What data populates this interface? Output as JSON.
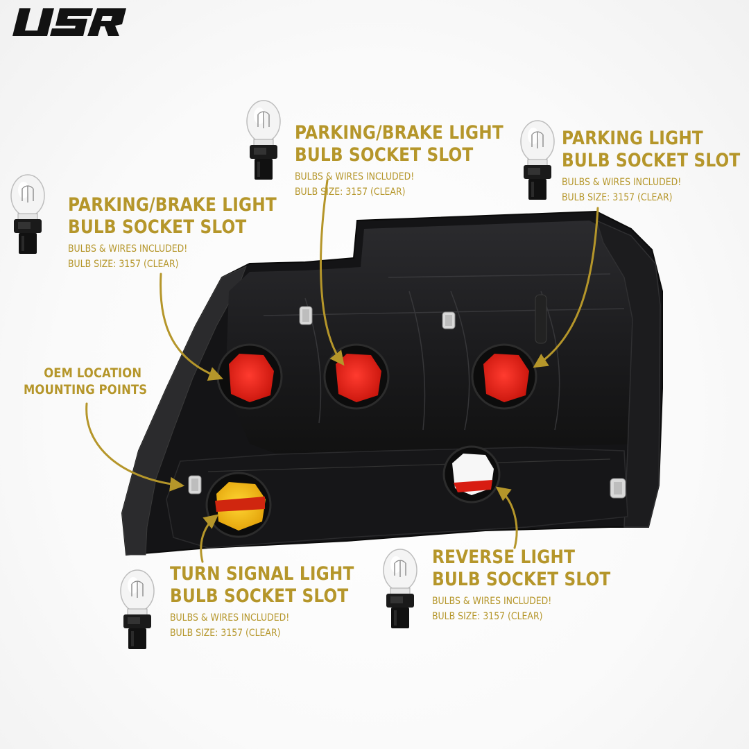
{
  "brand": {
    "logo_text": "USR",
    "accent_color": "#b5962a"
  },
  "callouts": {
    "top_left": {
      "title_line1": "PARKING/BRAKE LIGHT",
      "title_line2": "BULB SOCKET SLOT",
      "note_line1": "BULBS & WIRES INCLUDED!",
      "note_line2": "BULB SIZE: 3157 (CLEAR)"
    },
    "top_center": {
      "title_line1": "PARKING/BRAKE LIGHT",
      "title_line2": "BULB SOCKET SLOT",
      "note_line1": "BULBS & WIRES INCLUDED!",
      "note_line2": "BULB SIZE: 3157 (CLEAR)"
    },
    "top_right": {
      "title_line1": "PARKING LIGHT",
      "title_line2": "BULB SOCKET SLOT",
      "note_line1": "BULBS & WIRES INCLUDED!",
      "note_line2": "BULB SIZE: 3157 (CLEAR)"
    },
    "mounting": {
      "title_line1": "OEM LOCATION",
      "title_line2": "MOUNTING POINTS"
    },
    "turn_signal": {
      "title_line1": "TURN SIGNAL LIGHT",
      "title_line2": "BULB SOCKET SLOT",
      "note_line1": "BULBS & WIRES INCLUDED!",
      "note_line2": "BULB SIZE: 3157 (CLEAR)"
    },
    "reverse": {
      "title_line1": "REVERSE LIGHT",
      "title_line2": "BULB SOCKET SLOT",
      "note_line1": "BULBS & WIRES INCLUDED!",
      "note_line2": "BULB SIZE: 3157 (CLEAR)"
    }
  },
  "icons": [
    "usr-logo",
    "bulb-icon",
    "tail-light-housing",
    "leader-line-arrow"
  ]
}
